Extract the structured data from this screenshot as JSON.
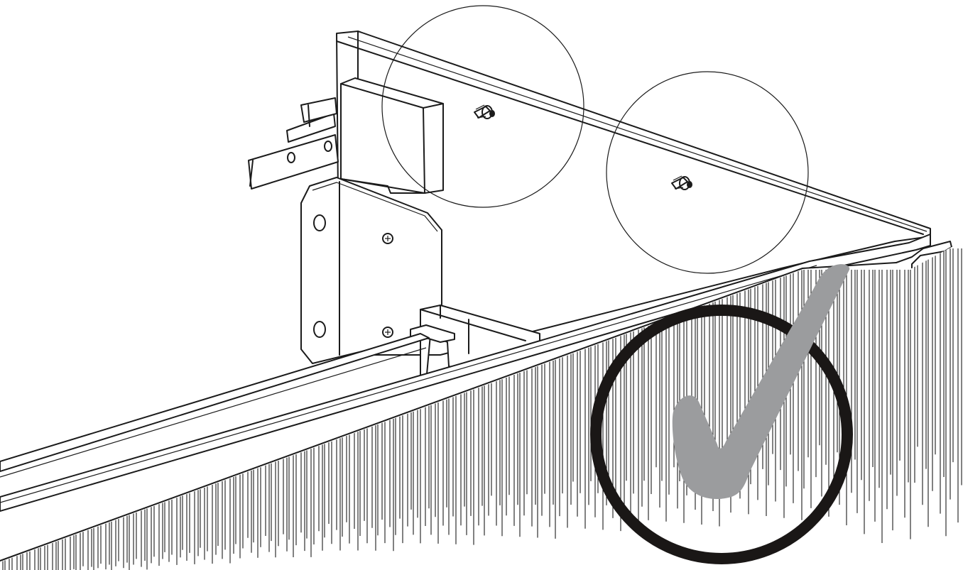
{
  "figure": {
    "kind": "assembly-illustration",
    "subject": "panel-corner-bracket-screws",
    "callouts": [
      {
        "id": "screw-callout-left",
        "icon": "screw-icon"
      },
      {
        "id": "screw-callout-right",
        "icon": "screw-icon"
      }
    ],
    "status_mark": {
      "icon": "checkmark-in-circle-icon",
      "meaning": "correct",
      "ring_color": "#1a1716",
      "check_color": "#9b9c9e"
    },
    "colors": {
      "line": "#1b1b1b",
      "background": "#ffffff"
    }
  }
}
